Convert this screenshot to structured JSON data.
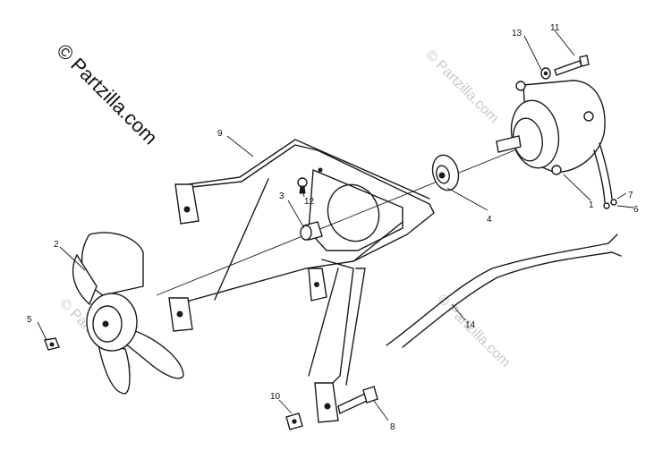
{
  "watermark": {
    "main": "© Partzilla.com",
    "faint": "© Partzilla.com"
  },
  "callouts": {
    "c1": "1",
    "c2": "2",
    "c3": "3",
    "c4": "4",
    "c5": "5",
    "c6": "6",
    "c7": "7",
    "c8": "8",
    "c9": "9",
    "c10": "10",
    "c11": "11",
    "c12": "12",
    "c13": "13",
    "c14": "14"
  }
}
